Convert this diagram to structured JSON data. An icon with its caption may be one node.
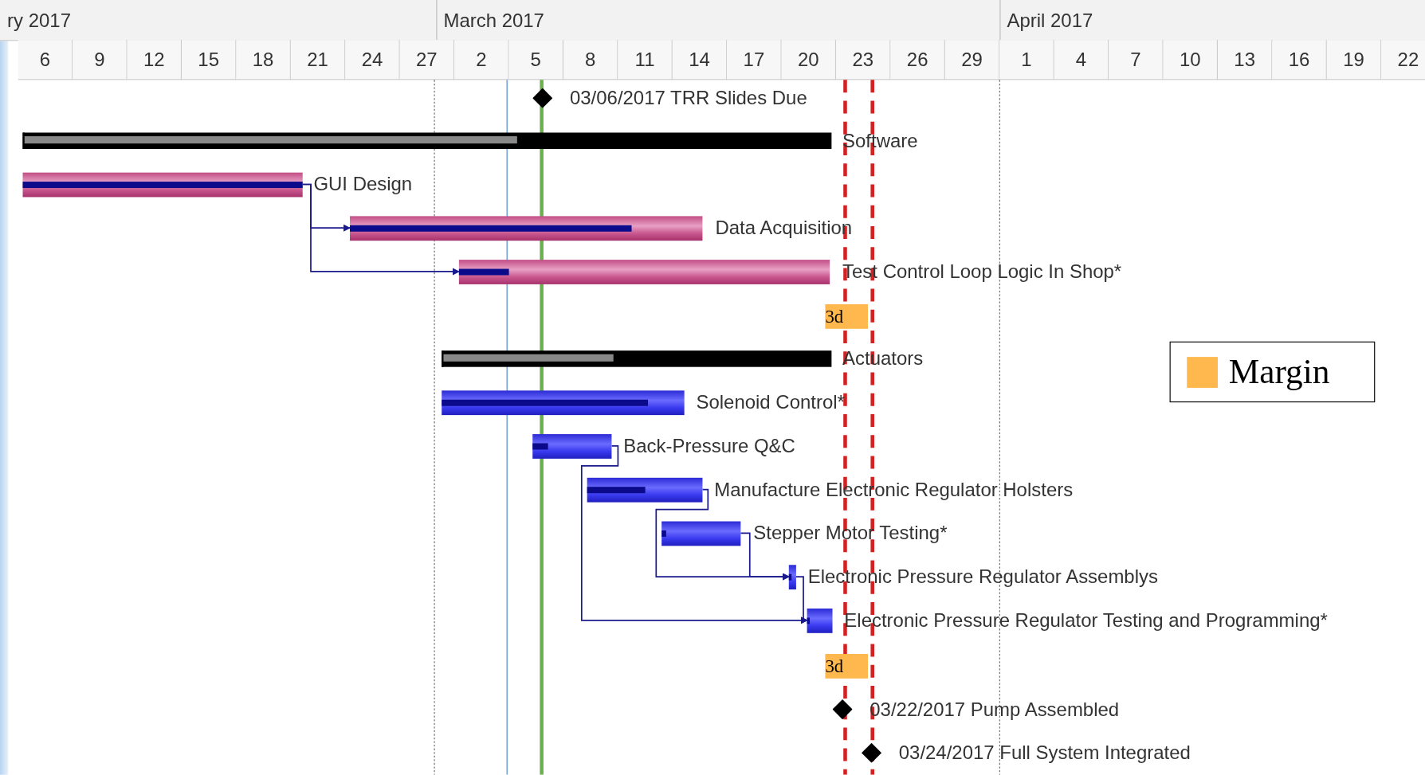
{
  "diagram": {
    "nodes": [
      {
        "text": [
          "03/06/2017 TRR Slides Due"
        ]
      },
      {
        "text": [
          "Software"
        ]
      },
      {
        "text": [
          "GUI Design"
        ]
      },
      {
        "text": [
          "Data Acquisition"
        ]
      },
      {
        "text": [
          "Test Control Loop Logic In Shop*"
        ]
      },
      {
        "text": [
          "3d"
        ]
      },
      {
        "text": [
          "Actuators"
        ]
      },
      {
        "text": [
          "Solenoid Control*"
        ]
      },
      {
        "text": [
          "Back-Pressure Q&C"
        ]
      },
      {
        "text": [
          "Manufacture Electronic Regulator Holsters"
        ]
      },
      {
        "text": [
          "Stepper Motor Testing*"
        ]
      },
      {
        "text": [
          "Electronic Pressure Regulator Assemblys"
        ]
      },
      {
        "text": [
          "Electronic Pressure Regulator Testing and Programming*"
        ]
      },
      {
        "text": [
          "3d"
        ]
      },
      {
        "text": [
          "03/22/2017 Pump Assembled"
        ]
      },
      {
        "text": [
          "03/24/2017 Full System Integrated"
        ]
      }
    ],
    "edges": [
      {
        "from": 2,
        "to": 3,
        "arrow": "to"
      },
      {
        "from": 2,
        "to": 4,
        "arrow": "to"
      },
      {
        "from": 8,
        "to": 12,
        "arrow": "to"
      },
      {
        "from": 9,
        "to": 11,
        "arrow": "to"
      },
      {
        "from": 10,
        "to": 11,
        "arrow": "to"
      },
      {
        "from": 11,
        "to": 12,
        "arrow": "to"
      }
    ],
    "labels": [
      "ry 2017",
      "March 2017",
      "April 2017",
      "6",
      "9",
      "12",
      "15",
      "18",
      "21",
      "24",
      "27",
      "2",
      "5",
      "8",
      "11",
      "14",
      "17",
      "20",
      "23",
      "26",
      "29",
      "1",
      "4",
      "7",
      "10",
      "13",
      "16",
      "19",
      "22"
    ],
    "legend": [
      {
        "text": "Margin",
        "color": "#ffb84d"
      }
    ]
  }
}
